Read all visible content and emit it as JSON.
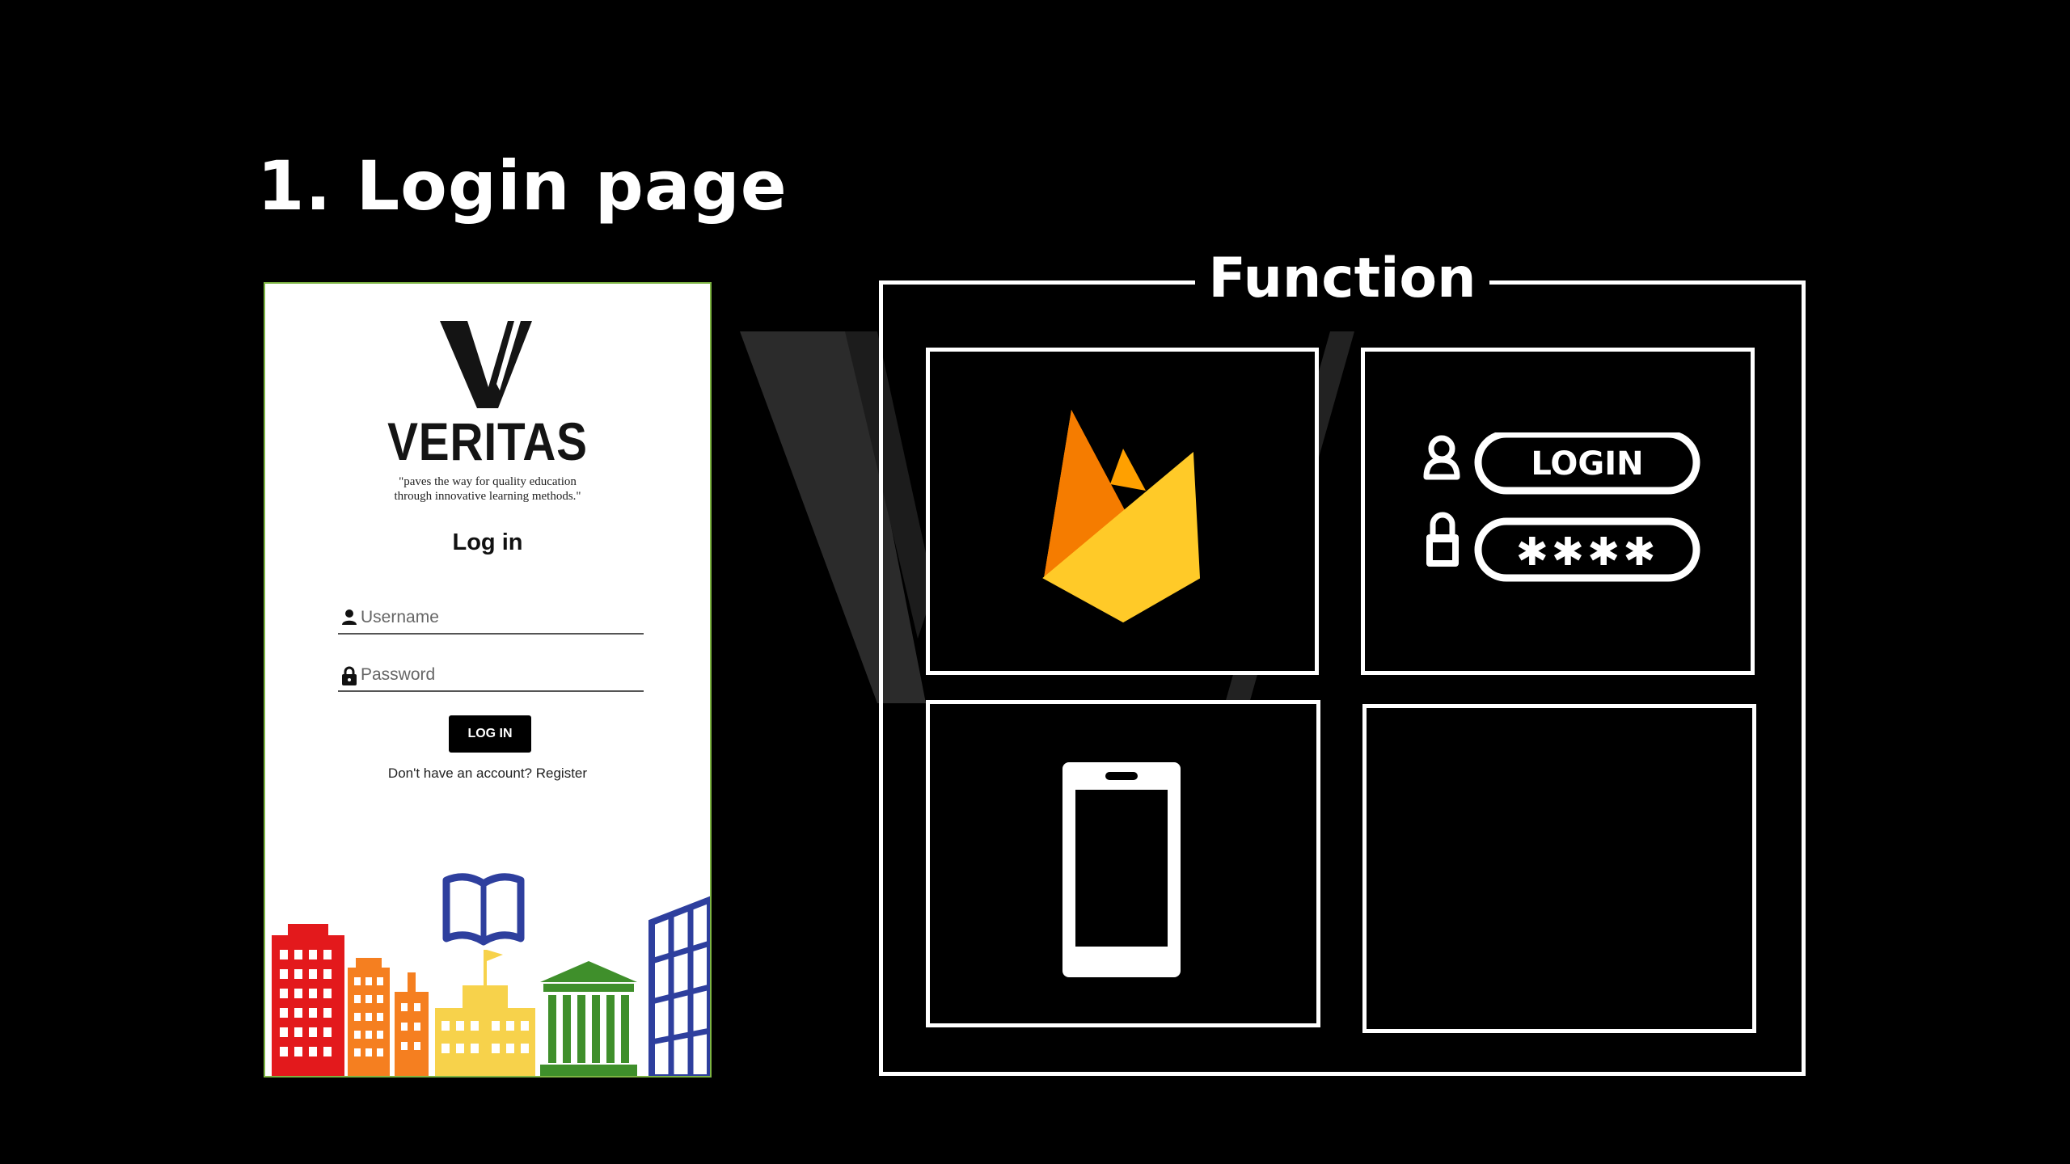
{
  "slide": {
    "title": "1. Login page"
  },
  "login_screen": {
    "brand_name": "VERITAS",
    "tagline_line1": "\"paves the way for quality education",
    "tagline_line2": "through innovative learning methods.\"",
    "heading": "Log in",
    "username_placeholder": "Username",
    "password_placeholder": "Password",
    "login_button_label": "LOG IN",
    "register_prompt": "Don't have an account?",
    "register_link": "Register",
    "icons": [
      "veritas-v-logo",
      "user-icon",
      "lock-icon",
      "book-icon",
      "city-buildings-illustration"
    ]
  },
  "function_panel": {
    "title": "Function",
    "tiles": [
      {
        "icon": "firebase-icon"
      },
      {
        "icon": "login-credentials-icon",
        "login_text": "LOGIN",
        "password_mask": "✱✱✱✱"
      },
      {
        "icon": "mobile-phone-icon"
      },
      {
        "icon": "none"
      }
    ]
  },
  "colors": {
    "background": "#000000",
    "foreground": "#ffffff",
    "phone_border": "#7cb342",
    "firebase_yellow": "#FFCA28",
    "firebase_orange": "#F57C00",
    "firebase_amber": "#FFA000",
    "building_red": "#e3191c",
    "building_orange": "#f57f20",
    "building_yellow": "#f7d24b",
    "building_green": "#3f8f2b",
    "building_blue": "#2e3f9e"
  }
}
